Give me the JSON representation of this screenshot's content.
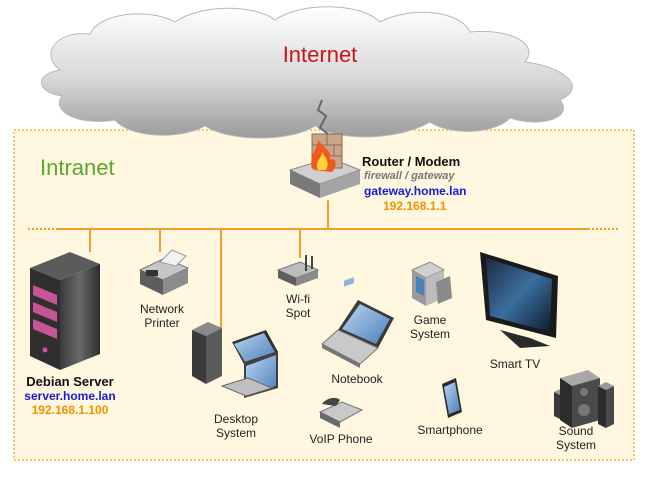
{
  "cloud": {
    "label": "Internet"
  },
  "zone": {
    "label": "Intranet"
  },
  "router": {
    "title": "Router / Modem",
    "role": "firewall / gateway",
    "hostname": "gateway.home.lan",
    "ip": "192.168.1.1",
    "icon": "router-firewall-icon"
  },
  "server": {
    "title": "Debian Server",
    "hostname": "server.home.lan",
    "ip": "192.168.1.100",
    "icon": "server-tower-icon"
  },
  "devices": {
    "printer": {
      "line1": "Network",
      "line2": "Printer",
      "icon": "printer-icon"
    },
    "wifi": {
      "line1": "Wi-fi",
      "line2": "Spot",
      "icon": "wifi-access-point-icon"
    },
    "desktop": {
      "line1": "Desktop",
      "line2": "System",
      "icon": "desktop-computer-icon"
    },
    "notebook": {
      "line1": "Notebook",
      "icon": "laptop-icon"
    },
    "game": {
      "line1": "Game",
      "line2": "System",
      "icon": "game-console-icon"
    },
    "tv": {
      "line1": "Smart TV",
      "icon": "tv-icon"
    },
    "voip": {
      "line1": "VoIP Phone",
      "icon": "desk-phone-icon"
    },
    "phone": {
      "line1": "Smartphone",
      "icon": "smartphone-icon"
    },
    "sound": {
      "line1": "Sound",
      "line2": "System",
      "icon": "speaker-system-icon"
    }
  },
  "colors": {
    "zone_border": "#f5b63a",
    "zone_fill": "#fff7df",
    "wire": "#f2a028",
    "internet_text": "#c8161d",
    "intranet_text": "#5aa832",
    "hostname_text": "#1a1ad6",
    "ip_text": "#f29100"
  }
}
